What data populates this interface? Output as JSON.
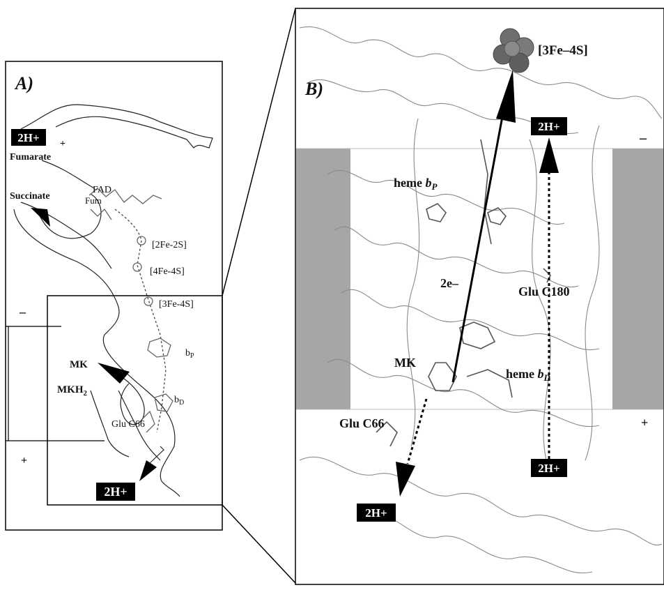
{
  "panel_a": {
    "label": "A)",
    "protons_top": "2H+",
    "plus_top": "+",
    "fumarate": "Fumarate",
    "succinate": "Succinate",
    "fad": "FAD",
    "fum": "Fum",
    "fe2s": "[2Fe-2S]",
    "fe4s": "[4Fe-4S]",
    "fe3s": "[3Fe-4S]",
    "minus": "–",
    "bp_main": "b",
    "bp_sub": "P",
    "bd_main": "b",
    "bd_sub": "D",
    "mk": "MK",
    "mkh2_main": "MKH",
    "mkh2_sub": "2",
    "glu": "Glu C66",
    "plus_bottom": "+",
    "protons_bottom": "2H+"
  },
  "panel_b": {
    "label": "B)",
    "cluster": "[3Fe–4S]",
    "protons_top": "2H+",
    "minus": "–",
    "heme_bp_main": "heme ",
    "heme_bp_b": "b",
    "heme_bp_sub": "P",
    "electrons": "2e–",
    "glu180": "Glu C180",
    "mk": "MK",
    "heme_bd_main": "heme ",
    "heme_bd_b": "b",
    "heme_bd_sub": "D",
    "glu66": "Glu C66",
    "plus": "+",
    "protons_mid": "2H+",
    "protons_bottom": "2H+"
  }
}
